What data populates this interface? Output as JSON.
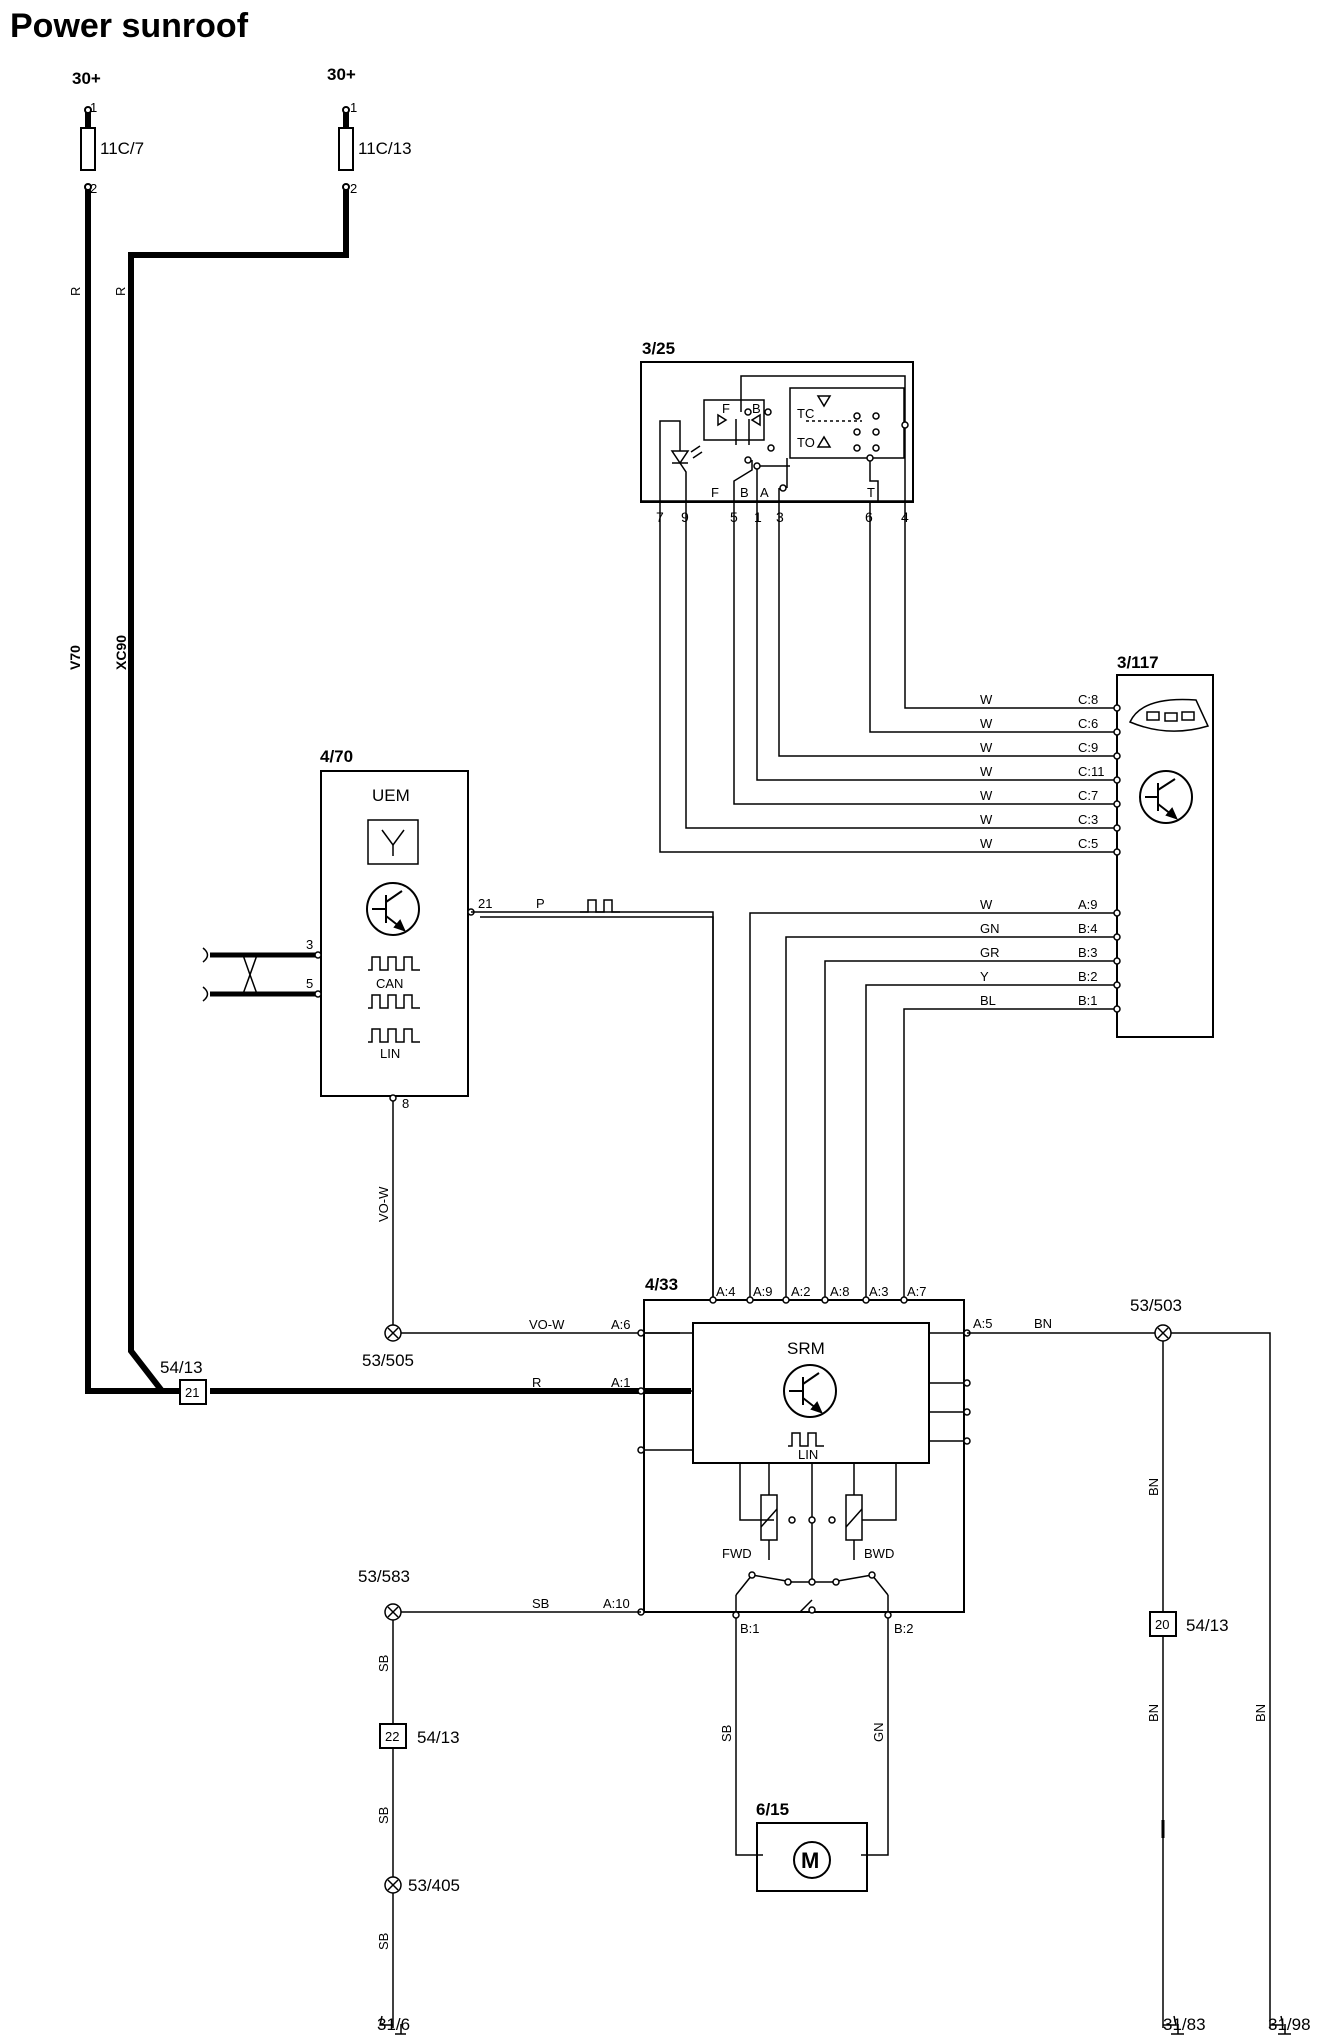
{
  "title": "Power sunroof",
  "supply": {
    "left": {
      "label": "30+",
      "pin_top": "1",
      "pin_bottom": "2",
      "fuse": "11C/7"
    },
    "right": {
      "label": "30+",
      "pin_top": "1",
      "pin_bottom": "2",
      "fuse": "11C/13"
    }
  },
  "wires": {
    "r1": "R",
    "r2": "R",
    "v70": "V70",
    "xc90": "XC90",
    "vow_vert": "VO-W",
    "vow_h": "VO-W",
    "r_h": "R",
    "p": "P",
    "sb_h": "SB",
    "sb_motor": "SB",
    "gn_motor": "GN",
    "sb1": "SB",
    "sb2": "SB",
    "sb3": "SB",
    "bn_h": "BN",
    "bn1": "BN",
    "bn2": "BN",
    "bn3": "BN"
  },
  "switch_3_25": {
    "id": "3/25",
    "inner": {
      "f": "F",
      "b": "B",
      "tc": "TC",
      "to": "TO"
    },
    "pos": {
      "f": "F",
      "b": "B",
      "a": "A",
      "t": "T"
    },
    "pins": [
      "7",
      "9",
      "5",
      "1",
      "3",
      "6",
      "4"
    ]
  },
  "cem_3_117": {
    "id": "3/117",
    "rows": [
      {
        "color": "W",
        "pin": "C:8"
      },
      {
        "color": "W",
        "pin": "C:6"
      },
      {
        "color": "W",
        "pin": "C:9"
      },
      {
        "color": "W",
        "pin": "C:11"
      },
      {
        "color": "W",
        "pin": "C:7"
      },
      {
        "color": "W",
        "pin": "C:3"
      },
      {
        "color": "W",
        "pin": "C:5"
      },
      {
        "color": "W",
        "pin": "A:9"
      },
      {
        "color": "GN",
        "pin": "B:4"
      },
      {
        "color": "GR",
        "pin": "B:3"
      },
      {
        "color": "Y",
        "pin": "B:2"
      },
      {
        "color": "BL",
        "pin": "B:1"
      }
    ]
  },
  "uem_4_70": {
    "id": "4/70",
    "name": "UEM",
    "pin21": "21",
    "pin3": "3",
    "pin5": "5",
    "pin8": "8",
    "can": "CAN",
    "lin": "LIN"
  },
  "srm_4_33": {
    "id": "4/33",
    "name": "SRM",
    "lin": "LIN",
    "top_pins": [
      "A:4",
      "A:9",
      "A:2",
      "A:8",
      "A:3",
      "A:7"
    ],
    "a6": "A:6",
    "a1": "A:1",
    "a10": "A:10",
    "a5": "A:5",
    "b1": "B:1",
    "b2": "B:2",
    "fwd": "FWD",
    "bwd": "BWD"
  },
  "connectors": {
    "c5413_top": "54/13",
    "c5413_top_pin": "21",
    "c53505": "53/505",
    "c53583": "53/583",
    "c5413_mid": "54/13",
    "c5413_mid_pin": "22",
    "c53405": "53/405",
    "c53503": "53/503",
    "c5413_right": "54/13",
    "c5413_right_pin": "20"
  },
  "motor": {
    "id": "6/15",
    "symbol": "M"
  },
  "grounds": {
    "g1": "31/6",
    "g2": "31/83",
    "g3": "31/98"
  }
}
